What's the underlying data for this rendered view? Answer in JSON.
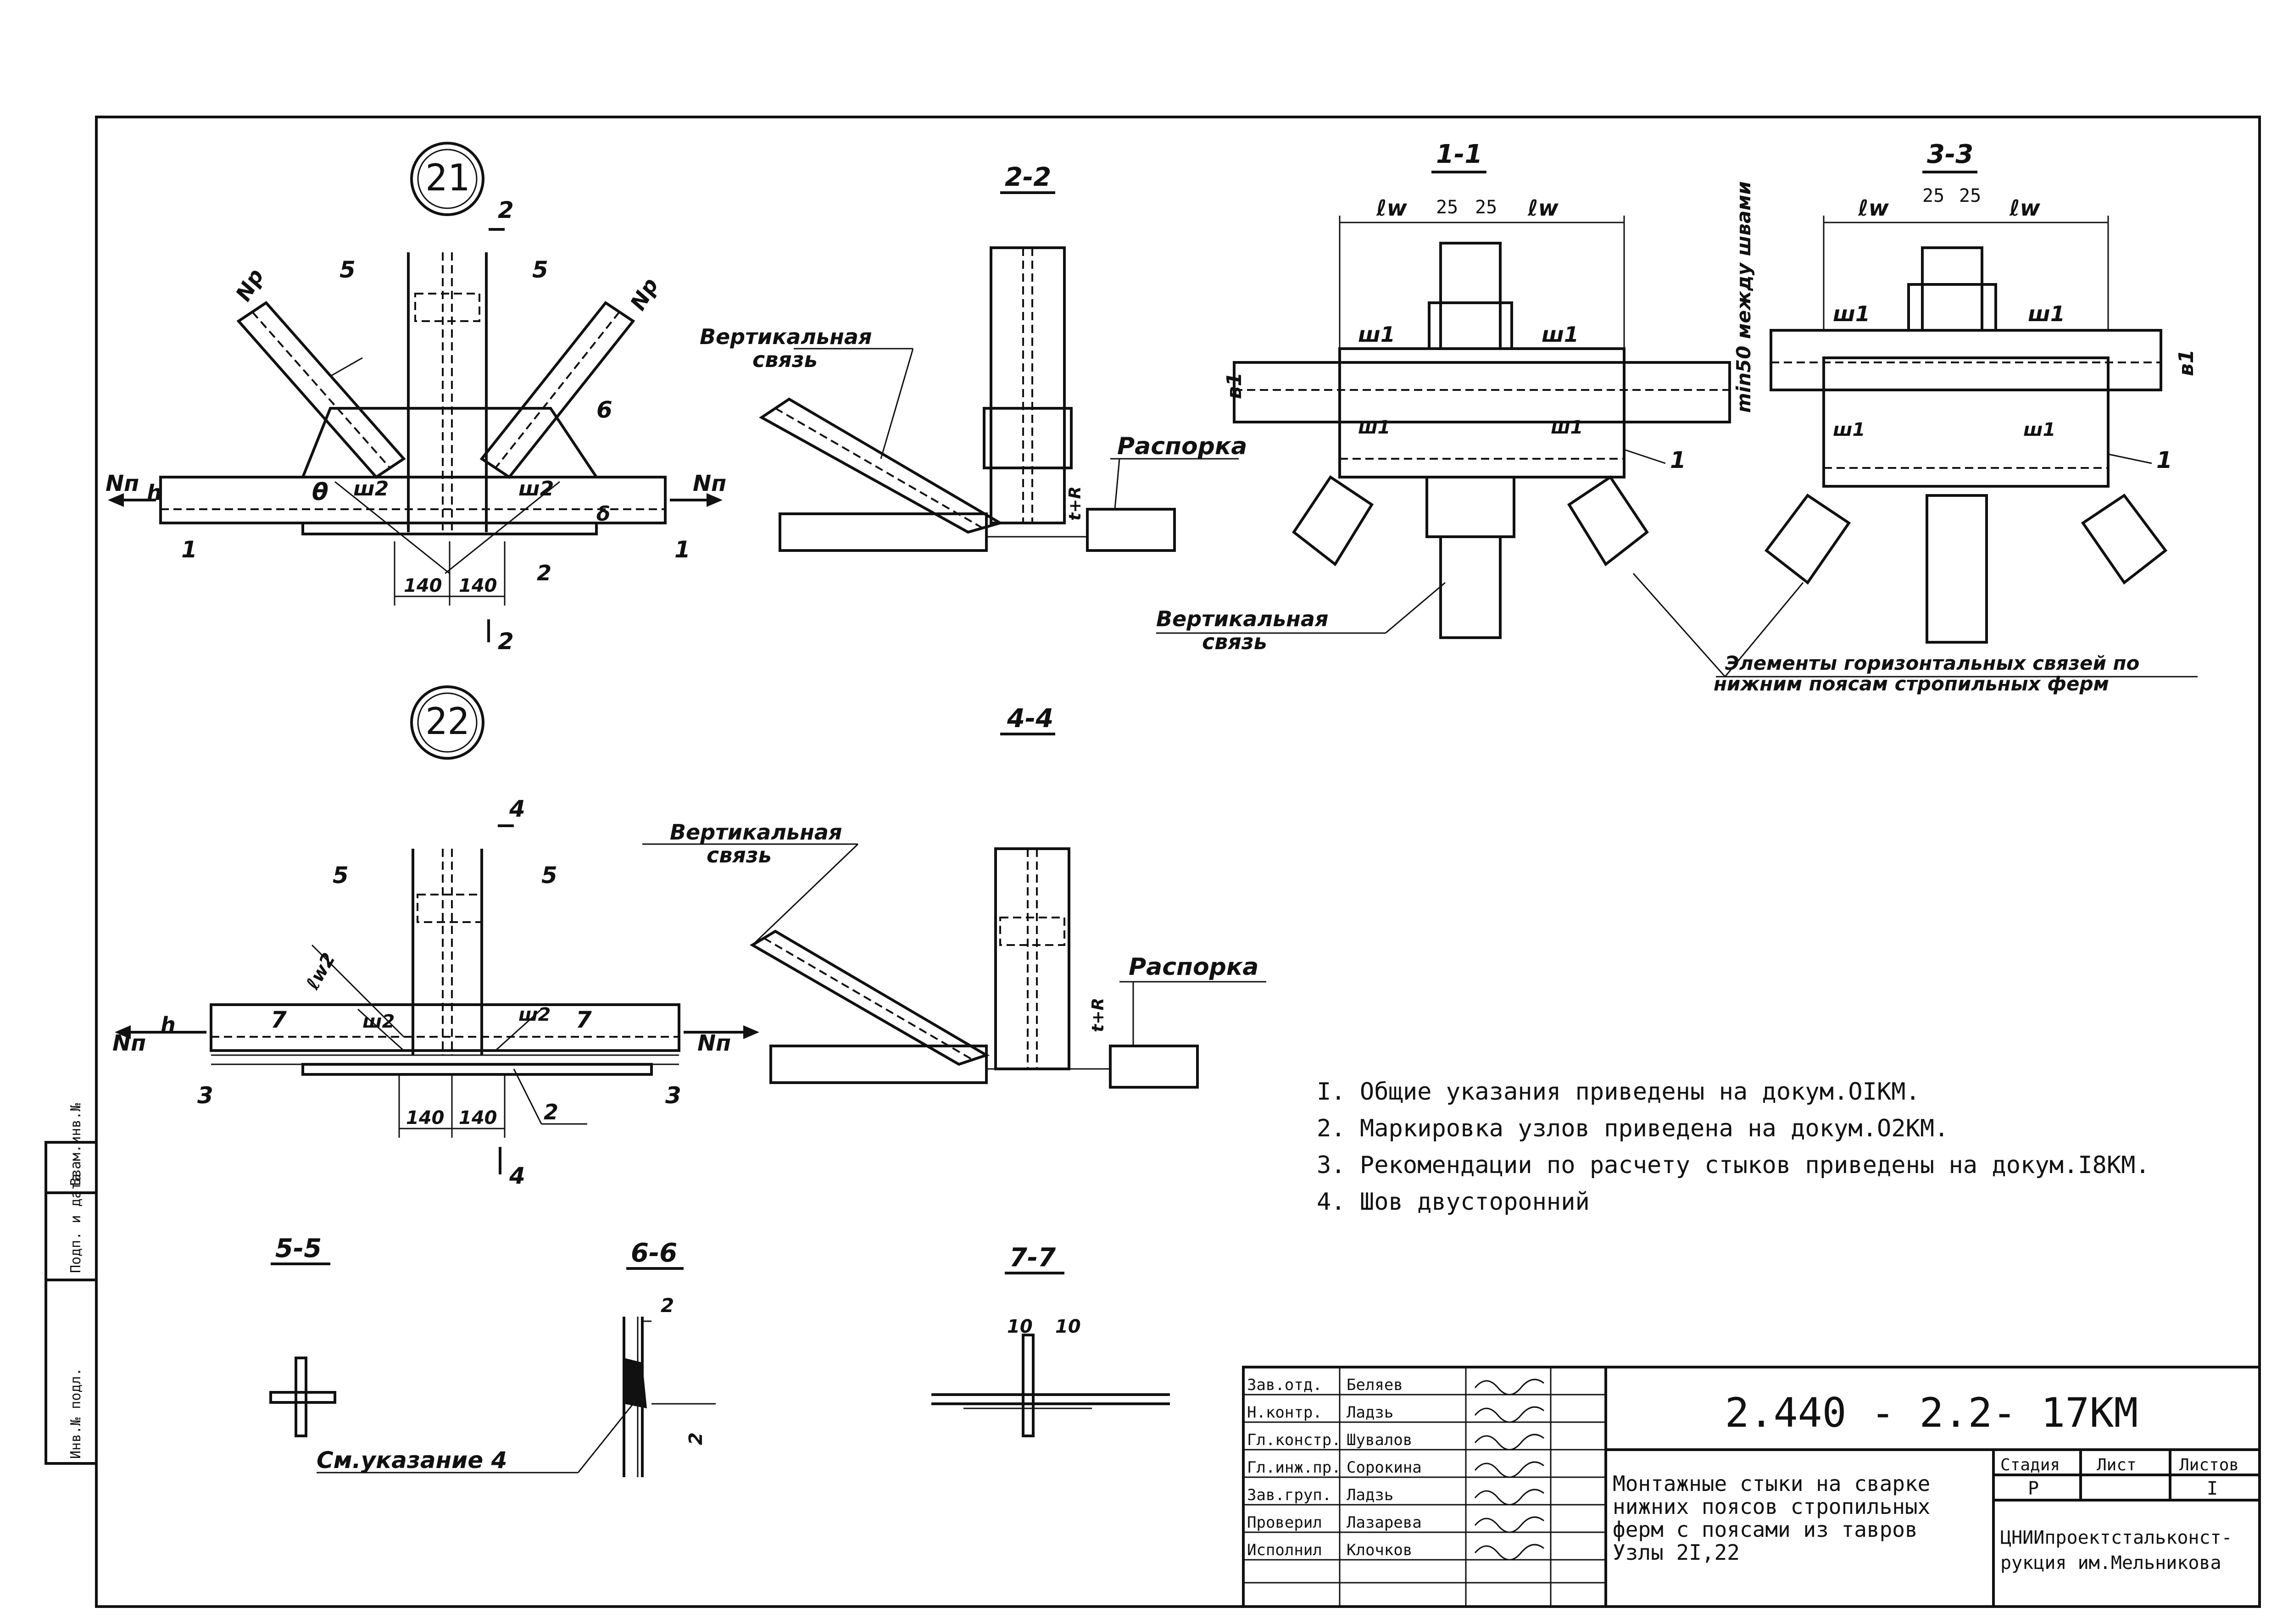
{
  "node_markers": {
    "n21": "21",
    "n22": "22"
  },
  "sections": {
    "s22": "2-2",
    "s11": "1-1",
    "s33": "3-3",
    "s44": "4-4",
    "s55": "5-5",
    "s66": "6-6",
    "s77": "7-7"
  },
  "labels": {
    "vert_brace_a": "Вертикальная",
    "vert_brace_b": "связь",
    "strut": "Распорка",
    "horiz_elements_a": "Элементы горизонтальных связей по",
    "horiz_elements_b": "нижним поясам стропильных ферм",
    "gap": "min50 между швами",
    "see_note": "См.указание 4",
    "lw": "ℓw",
    "w1": "ш1",
    "w2": "ш2",
    "b1": "в1",
    "dim25": "25",
    "dim140": "140",
    "dim10": "10",
    "dim2": "2",
    "Nn": "Nп",
    "Np": "Nр",
    "h": "h",
    "theta": "θ",
    "tR": "t+R",
    "one": "1",
    "two": "2",
    "three": "3",
    "four": "4",
    "five": "5",
    "six": "6",
    "seven": "7",
    "delta": "δ"
  },
  "notes": [
    "I. Общие указания приведены на докум.OIКМ.",
    "2. Маркировка узлов приведена на докум.O2КМ.",
    "3. Рекомендации по расчету стыков приведены на докум.I8КМ.",
    "4. Шов двусторонний"
  ],
  "title_block": {
    "code": "2.440 - 2.2- 17КМ",
    "title_lines": [
      "Монтажные стыки на сварке",
      "нижних поясов стропильных",
      "ферм с поясами из тавров",
      "Узлы 2I,22"
    ],
    "stage_header": "Стадия",
    "sheet_header": "Лист",
    "sheets_header": "Листов",
    "stage": "Р",
    "sheet": "",
    "sheets": "I",
    "org_lines": [
      "ЦНИИпроектстальконст-",
      "рукция им.Мельникова"
    ],
    "signatures": [
      {
        "role": "Зав.отд.",
        "name": "Беляев"
      },
      {
        "role": "Н.контр.",
        "name": "Ладзь"
      },
      {
        "role": "Гл.констр.",
        "name": "Шувалов"
      },
      {
        "role": "Гл.инж.пр.",
        "name": "Сорокина"
      },
      {
        "role": "Зав.груп.",
        "name": "Ладзь"
      },
      {
        "role": "Проверил",
        "name": "Лазарева"
      },
      {
        "role": "Исполнил",
        "name": "Клочков"
      }
    ]
  },
  "side_stamp": [
    "Инв.№ подл.",
    "Подп. и дата",
    "Взам.инв.№"
  ]
}
